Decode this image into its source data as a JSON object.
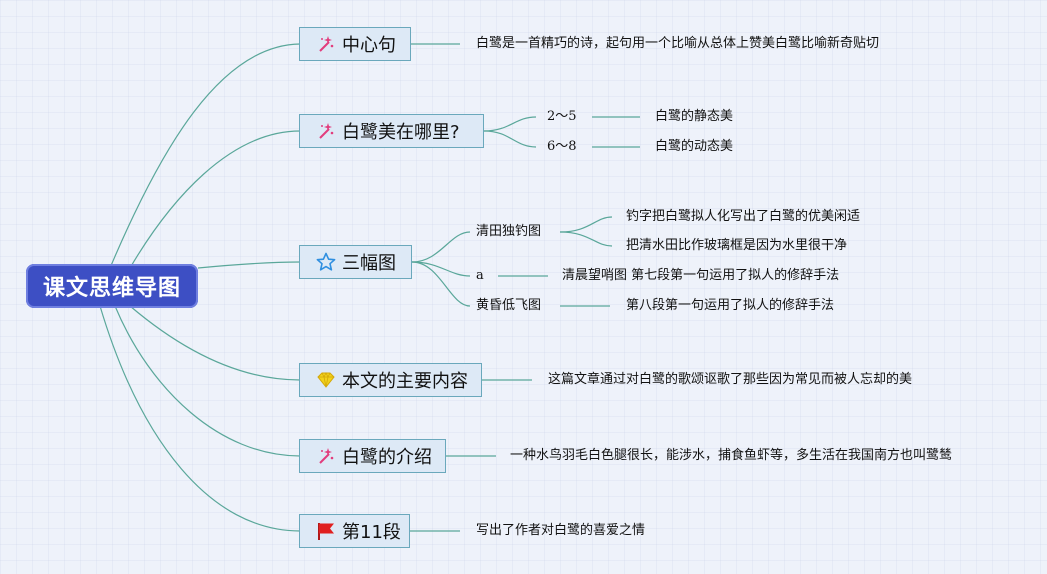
{
  "root": {
    "title": "课文思维导图"
  },
  "icons": {
    "wand": "magic-wand-icon",
    "star": "star-icon",
    "diamond": "diamond-icon",
    "flag": "red-flag-icon"
  },
  "colors": {
    "root_bg": "#3d4fc4",
    "topic_bg": "#dde9f6",
    "topic_border": "#6aa8bc",
    "connector": "#5aa79a",
    "flag_red": "#e02020",
    "diamond_yellow": "#f2d21b",
    "star_blue": "#2f8fe0",
    "wand_pink": "#e23d7d"
  },
  "topics": {
    "center_sentence": {
      "label": "中心句",
      "detail": "白鹭是一首精巧的诗，起句用一个比喻从总体上赞美白鹭比喻新奇贴切"
    },
    "where_beauty": {
      "label": "白鹭美在哪里?",
      "children": [
        {
          "label": "2～5",
          "detail": "白鹭的静态美"
        },
        {
          "label": "6～8",
          "detail": "白鹭的动态美"
        }
      ]
    },
    "three_pictures": {
      "label": "三幅图",
      "children": [
        {
          "label": "清田独钓图",
          "details": [
            "钓字把白鹭拟人化写出了白鹭的优美闲适",
            "把清水田比作玻璃框是因为水里很干净"
          ]
        },
        {
          "label": "a",
          "detail": "清晨望哨图 第七段第一句运用了拟人的修辞手法"
        },
        {
          "label": "黄昏低飞图",
          "detail": "第八段第一句运用了拟人的修辞手法"
        }
      ]
    },
    "main_content": {
      "label": "本文的主要内容",
      "detail": "这篇文章通过对白鹭的歌颂讴歌了那些因为常见而被人忘却的美"
    },
    "egret_intro": {
      "label": "白鹭的介绍",
      "detail": "一种水鸟羽毛白色腿很长，能涉水，捕食鱼虾等，多生活在我国南方也叫鹭鸶"
    },
    "paragraph_11": {
      "label": "第11段",
      "detail": "写出了作者对白鹭的喜爱之情"
    }
  }
}
